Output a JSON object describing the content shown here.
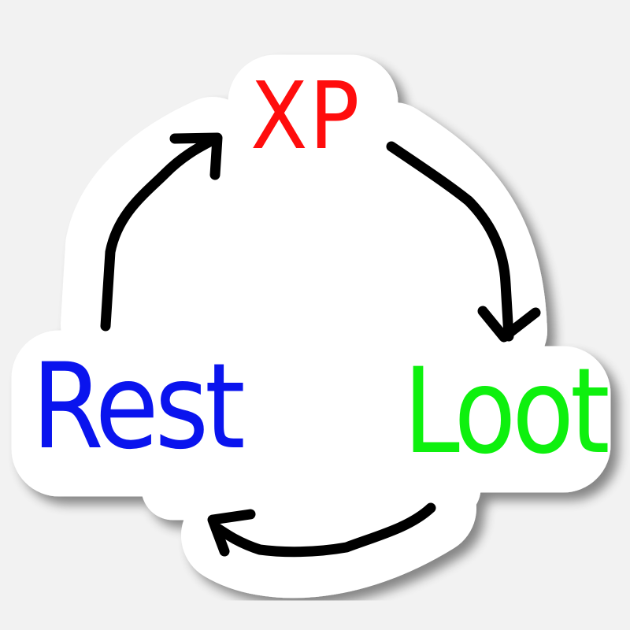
{
  "diagram": {
    "type": "cycle",
    "style": "hand-drawn sticker",
    "background_color": "#f2f2f2",
    "sticker_color": "#ffffff",
    "nodes": [
      {
        "id": "xp",
        "label": "XP",
        "color": "#ff0d0d",
        "position": "top"
      },
      {
        "id": "loot",
        "label": "Loot",
        "color": "#0ef00e",
        "position": "bottom-right"
      },
      {
        "id": "rest",
        "label": "Rest",
        "color": "#0a14ee",
        "position": "bottom-left"
      }
    ],
    "edges": [
      {
        "from": "xp",
        "to": "loot",
        "color": "#000000"
      },
      {
        "from": "loot",
        "to": "rest",
        "color": "#000000"
      },
      {
        "from": "rest",
        "to": "xp",
        "color": "#000000"
      }
    ]
  }
}
